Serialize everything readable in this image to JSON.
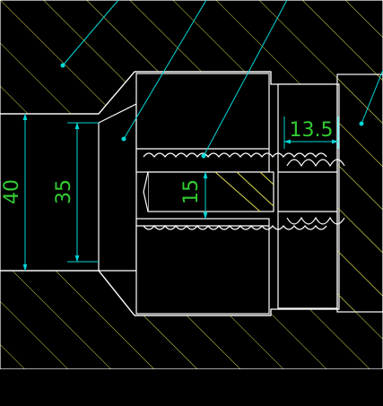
{
  "drawing": {
    "dimensions": {
      "outer_diameter": "40",
      "inner_diameter": "35",
      "spring_length": "13.5",
      "gap": "15"
    },
    "colors": {
      "background": "#000000",
      "outline": "#ffffff",
      "hatch": "#d8d84a",
      "dimension": "#00d8d8",
      "dimension_text": "#33cc33"
    }
  }
}
